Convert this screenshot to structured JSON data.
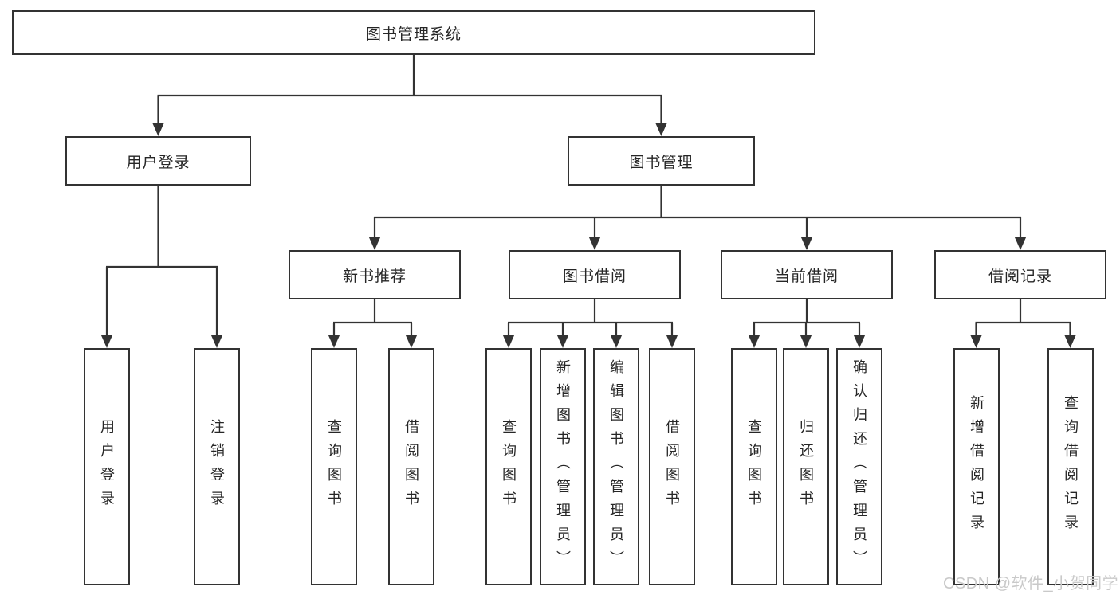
{
  "diagram": {
    "title": "图书管理系统",
    "root": {
      "label": "图书管理系统"
    },
    "level2": [
      {
        "label": "用户登录"
      },
      {
        "label": "图书管理"
      }
    ],
    "level3": [
      {
        "label": "新书推荐"
      },
      {
        "label": "图书借阅"
      },
      {
        "label": "当前借阅"
      },
      {
        "label": "借阅记录"
      }
    ],
    "leaves": [
      {
        "label": "用户登录",
        "parent": "用户登录"
      },
      {
        "label": "注销登录",
        "parent": "用户登录"
      },
      {
        "label": "查询图书",
        "parent": "新书推荐"
      },
      {
        "label": "借阅图书",
        "parent": "新书推荐"
      },
      {
        "label": "查询图书",
        "parent": "图书借阅"
      },
      {
        "label": "新增图书（管理员）",
        "parent": "图书借阅"
      },
      {
        "label": "编辑图书（管理员）",
        "parent": "图书借阅"
      },
      {
        "label": "借阅图书",
        "parent": "图书借阅"
      },
      {
        "label": "查询图书",
        "parent": "当前借阅"
      },
      {
        "label": "归还图书",
        "parent": "当前借阅"
      },
      {
        "label": "确认归还（管理员）",
        "parent": "当前借阅"
      },
      {
        "label": "新增借阅记录",
        "parent": "借阅记录"
      },
      {
        "label": "查询借阅记录",
        "parent": "借阅记录"
      }
    ],
    "colors": {
      "line": "#333333",
      "text": "#262626",
      "background": "#ffffff",
      "watermark": "#c9c9c9"
    },
    "watermark": "CSDN @软件_小贺同学"
  }
}
